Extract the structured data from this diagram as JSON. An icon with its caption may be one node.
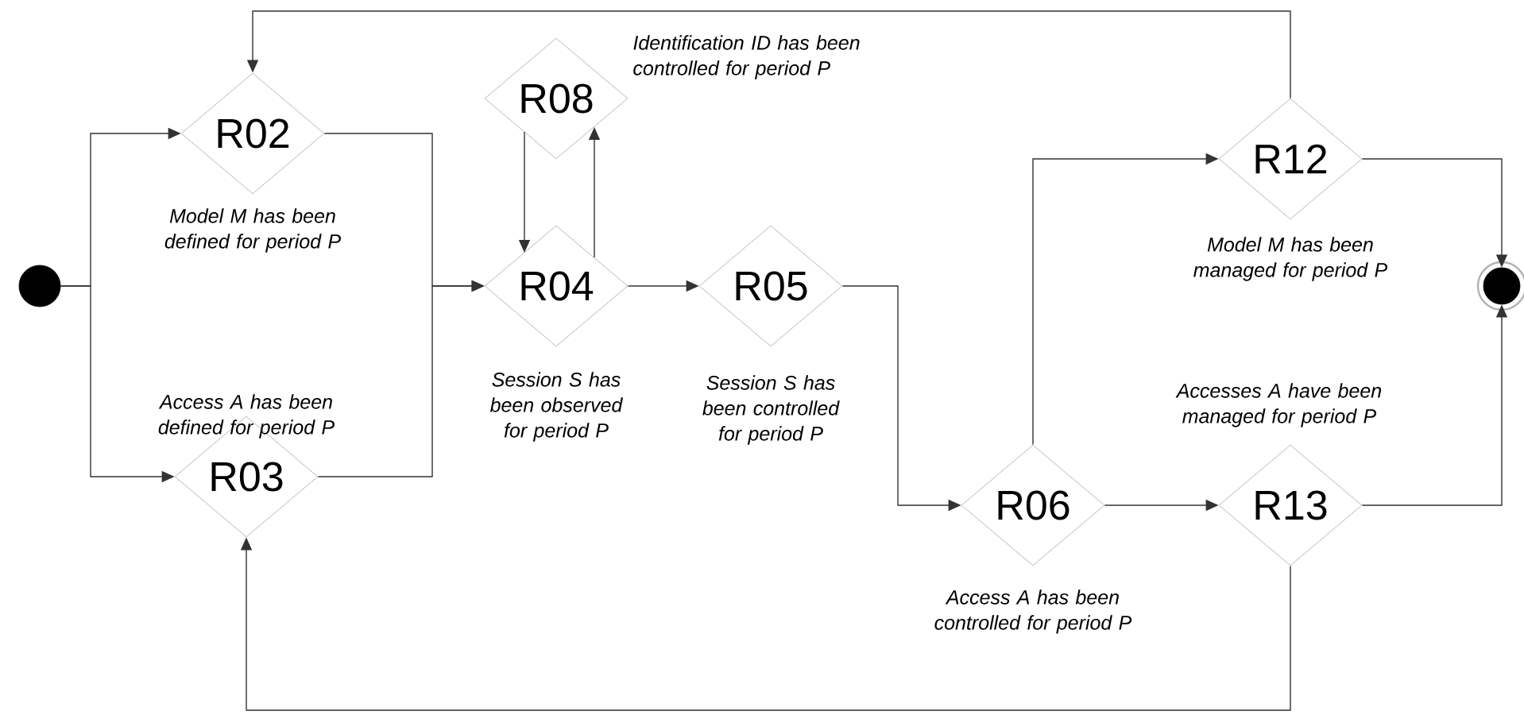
{
  "diagram": {
    "nodes": [
      {
        "text": [],
        "shape": "circle"
      },
      {
        "text": [
          "R02"
        ],
        "beside": [
          "Model M has been defined for period P"
        ]
      },
      {
        "text": [
          "R03"
        ],
        "beside": [
          "Access A has been defined for period P"
        ]
      },
      {
        "text": [
          "R08"
        ],
        "beside": [
          "Identification ID has been controlled for period P"
        ]
      },
      {
        "text": [
          "R04"
        ],
        "beside": [
          "Session S has been observed for period P"
        ]
      },
      {
        "text": [
          "R05"
        ],
        "beside": [
          "Session S has been controlled for period P"
        ]
      },
      {
        "text": [
          "R06"
        ],
        "beside": [
          "Access A has been controlled for period P"
        ]
      },
      {
        "text": [
          "R12"
        ],
        "beside": [
          "Model M has been managed for period P"
        ]
      },
      {
        "text": [
          "R13"
        ],
        "beside": [
          "Accesses A have been managed for period P"
        ]
      },
      {
        "text": [],
        "shape": "circle"
      }
    ],
    "edges": [
      {
        "from": 0,
        "to": 1,
        "arrow": "to"
      },
      {
        "from": 0,
        "to": 2,
        "arrow": "to"
      },
      {
        "from": 1,
        "to": 4,
        "arrow": "to"
      },
      {
        "from": 2,
        "to": 4,
        "arrow": "to"
      },
      {
        "from": 3,
        "to": 4,
        "arrow": "to"
      },
      {
        "from": 4,
        "to": 3,
        "arrow": "to"
      },
      {
        "from": 4,
        "to": 5,
        "arrow": "to"
      },
      {
        "from": 5,
        "to": 6,
        "arrow": "to"
      },
      {
        "from": 6,
        "to": 7,
        "arrow": "to"
      },
      {
        "from": 6,
        "to": 8,
        "arrow": "to"
      },
      {
        "from": 7,
        "to": 9,
        "arrow": "to"
      },
      {
        "from": 8,
        "to": 9,
        "arrow": "to"
      },
      {
        "from": 7,
        "to": 1,
        "arrow": "to"
      },
      {
        "from": 8,
        "to": 2,
        "arrow": "to"
      }
    ]
  }
}
